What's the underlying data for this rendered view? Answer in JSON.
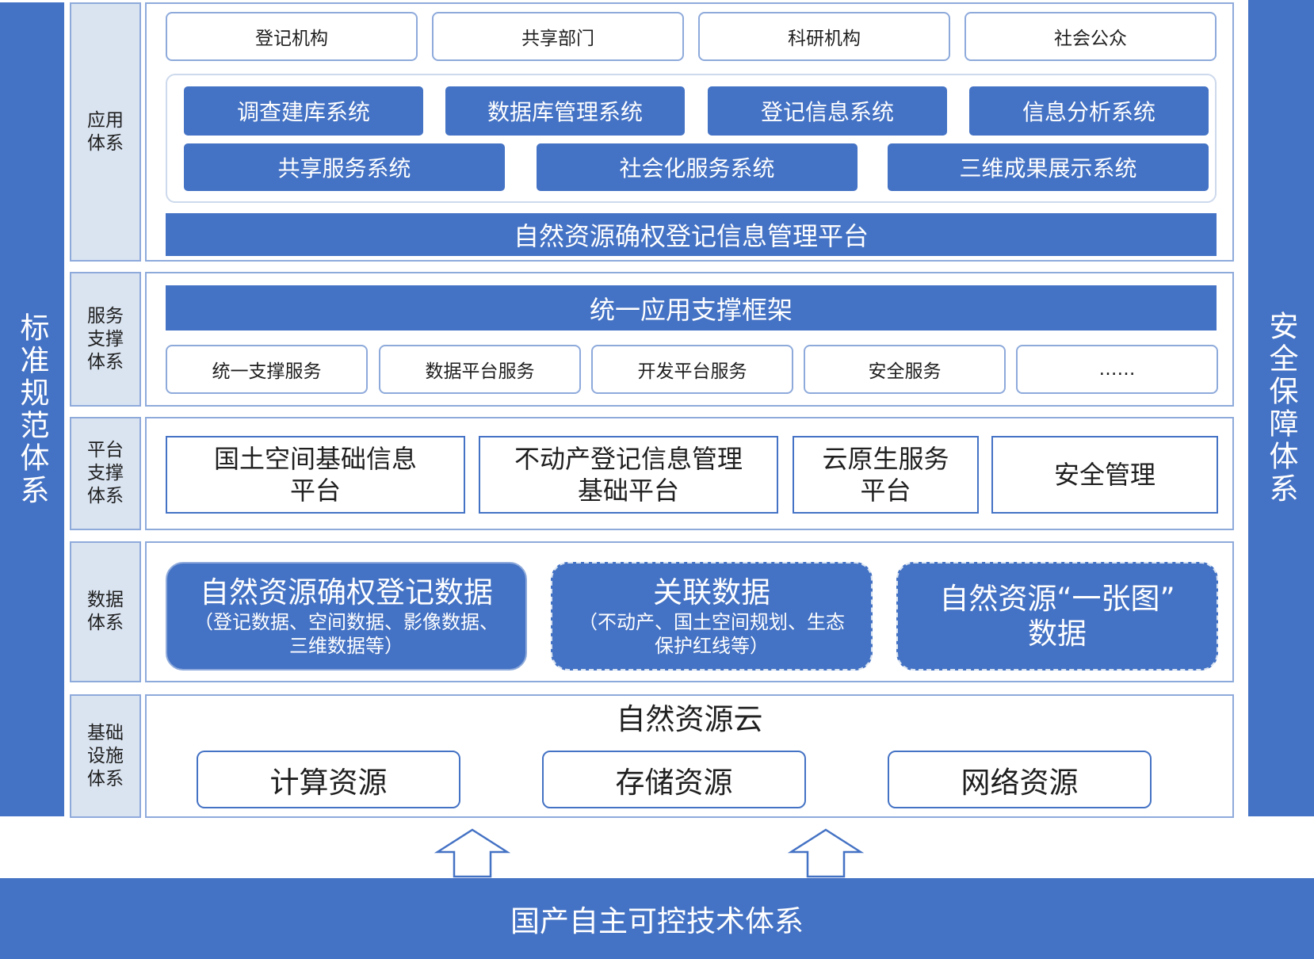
{
  "left_pillar": {
    "label": "标准规范体系"
  },
  "right_pillar": {
    "label": "安全保障体系"
  },
  "layers": {
    "application": {
      "label": "应用体系",
      "users": [
        "登记机构",
        "共享部门",
        "科研机构",
        "社会公众"
      ],
      "systems_row1": [
        "调查建库系统",
        "数据库管理系统",
        "登记信息系统",
        "信息分析系统"
      ],
      "systems_row2": [
        "共享服务系统",
        "社会化服务系统",
        "三维成果展示系统"
      ],
      "platform": "自然资源确权登记信息管理平台"
    },
    "service": {
      "label": "服务支撑体系",
      "framework": "统一应用支撑框架",
      "services": [
        "统一支撑服务",
        "数据平台服务",
        "开发平台服务",
        "安全服务",
        "……"
      ]
    },
    "platform": {
      "label": "平台支撑体系",
      "items": [
        {
          "line1": "国土空间基础信息",
          "line2": "平台"
        },
        {
          "line1": "不动产登记信息管理",
          "line2": "基础平台"
        },
        {
          "line1": "云原生服务",
          "line2": "平台"
        },
        {
          "line1": "安全管理",
          "line2": ""
        }
      ]
    },
    "data": {
      "label": "数据体系",
      "items": [
        {
          "title": "自然资源确权登记数据",
          "sub1": "（登记数据、空间数据、影像数据、",
          "sub2": "三维数据等）"
        },
        {
          "title": "关联数据",
          "sub1": "（不动产、国土空间规划、生态",
          "sub2": "保护红线等）"
        },
        {
          "title": "自然资源“一张图”",
          "sub1": "数据",
          "sub2": ""
        }
      ]
    },
    "infrastructure": {
      "label": "基础设施体系",
      "cloud": "自然资源云",
      "resources": [
        "计算资源",
        "存储资源",
        "网络资源"
      ]
    }
  },
  "bottom": {
    "label": "国产自主可控技术体系"
  },
  "colors": {
    "accent": "#4472c4",
    "label_bg": "#dae4f1",
    "border": "#8eaadb"
  }
}
